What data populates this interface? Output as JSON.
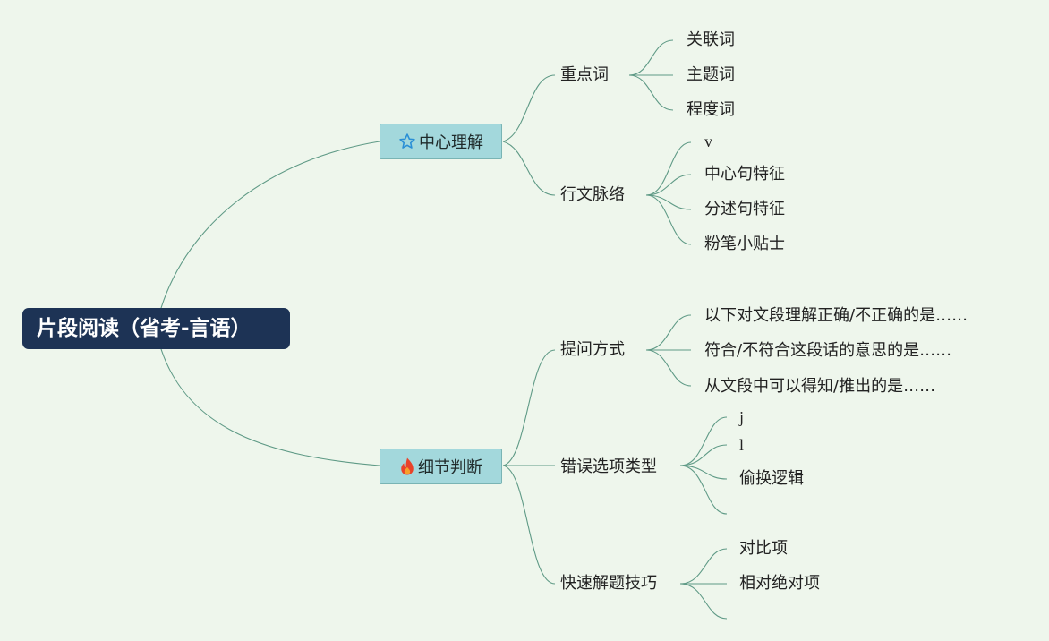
{
  "root": {
    "label": "片段阅读（省考-言语）"
  },
  "branches": [
    {
      "label": "中心理解",
      "icon": "star-icon",
      "topics": [
        {
          "label": "重点词",
          "items": [
            "关联词",
            "主题词",
            "程度词"
          ]
        },
        {
          "label": "行文脉络",
          "items": [
            "v",
            "中心句特征",
            "分述句特征",
            "粉笔小贴士"
          ]
        }
      ]
    },
    {
      "label": "细节判断",
      "icon": "fire-icon",
      "topics": [
        {
          "label": "提问方式",
          "items": [
            "以下对文段理解正确/不正确的是……",
            "符合/不符合这段话的意思的是……",
            "从文段中可以得知/推出的是……"
          ]
        },
        {
          "label": "错误选项类型",
          "items": [
            "j",
            "l",
            "偷换逻辑",
            ""
          ]
        },
        {
          "label": "快速解题技巧",
          "items": [
            "对比项",
            "相对绝对项",
            ""
          ]
        }
      ]
    }
  ],
  "colors": {
    "background": "#eef6ec",
    "root": "#1d3355",
    "branch": "#a3d8dc",
    "connector": "#5f9a86",
    "star": "#2a8fd6",
    "fire": "#e8432a"
  }
}
